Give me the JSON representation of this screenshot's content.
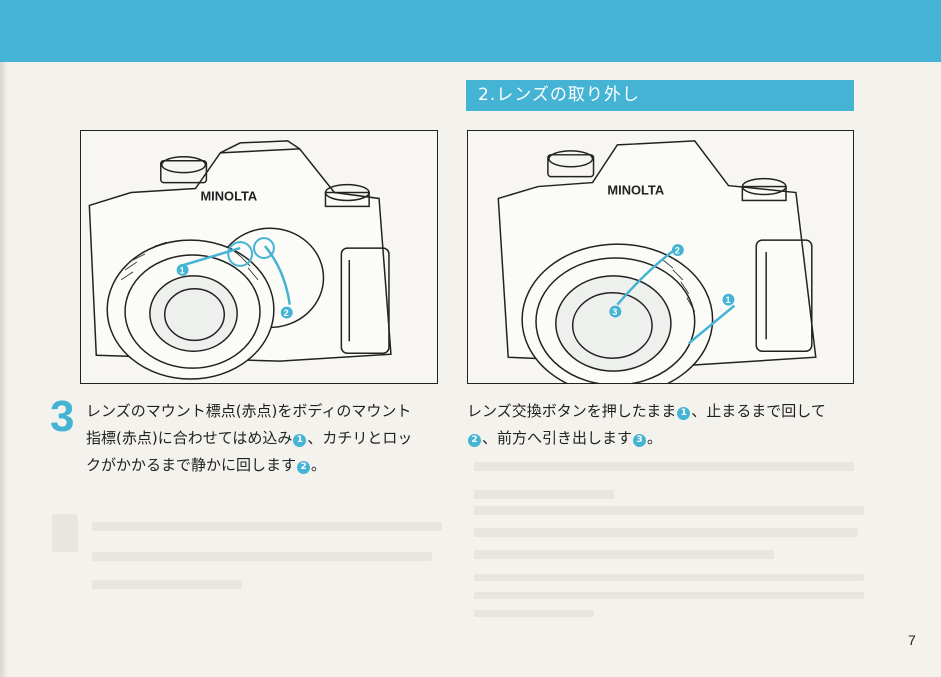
{
  "header": {
    "section_title": "2.レンズの取り外し"
  },
  "figures": {
    "left": {
      "brand": "MINOLTA",
      "markers": [
        "1",
        "2"
      ]
    },
    "right": {
      "brand": "MINOLTA",
      "markers": [
        "1",
        "2",
        "3"
      ]
    }
  },
  "step_left": {
    "number": "3",
    "line1": "レンズのマウント標点(赤点)をボディのマウント",
    "line2a": "指標(赤点)に合わせてはめ込み",
    "badge1": "1",
    "line2b": "、カチリとロッ",
    "line3a": "クがかかるまで静かに回します",
    "badge2": "2",
    "line3b": "。"
  },
  "step_right": {
    "line1a": "レンズ交換ボタンを押したまま",
    "badge1": "1",
    "line1b": "、止まるまで回して",
    "badge2": "2",
    "line2a": "、前方へ引き出します",
    "badge3": "3",
    "line2b": "。"
  },
  "page_number": "7",
  "colors": {
    "accent": "#45b3d3",
    "ink": "#1e1e1e",
    "paper": "#f4f2ec"
  }
}
